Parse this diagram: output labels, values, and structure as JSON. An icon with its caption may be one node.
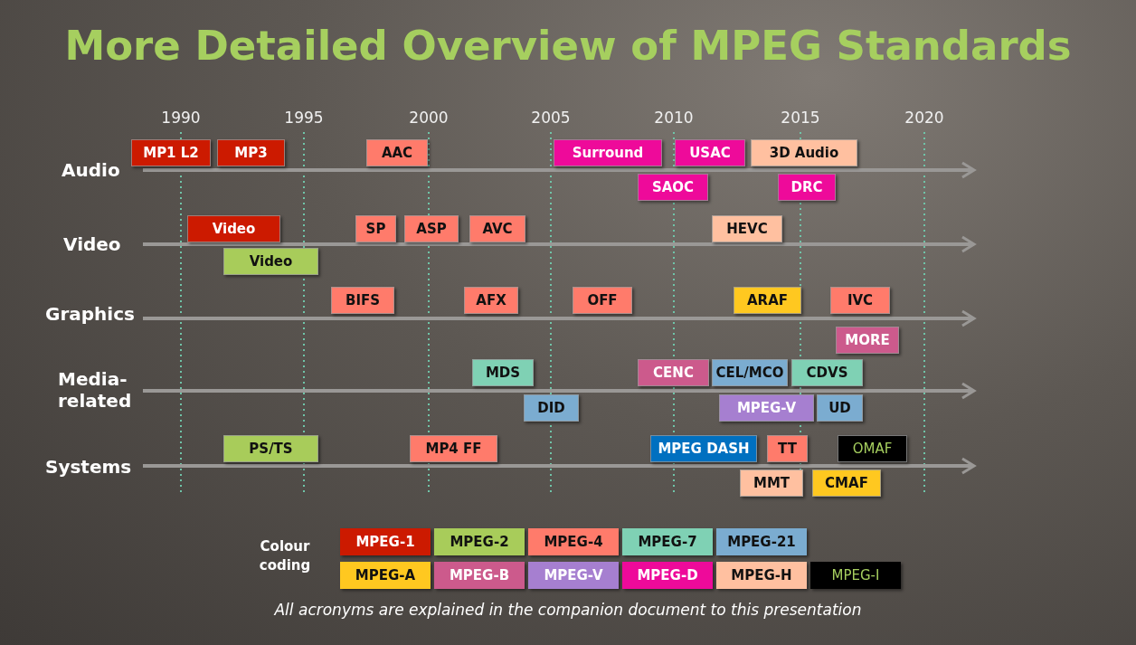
{
  "diagram": {
    "title": "More Detailed Overview of MPEG Standards",
    "caption": "All acronyms are explained in the companion document to this presentation",
    "nodes": [
      {
        "text": [
          "MP1 L2"
        ]
      },
      {
        "text": [
          "MP3"
        ]
      },
      {
        "text": [
          "AAC"
        ]
      },
      {
        "text": [
          "Surround"
        ]
      },
      {
        "text": [
          "USAC"
        ]
      },
      {
        "text": [
          "3D Audio"
        ]
      },
      {
        "text": [
          "SAOC"
        ]
      },
      {
        "text": [
          "DRC"
        ]
      },
      {
        "text": [
          "Video"
        ]
      },
      {
        "text": [
          "SP"
        ]
      },
      {
        "text": [
          "ASP"
        ]
      },
      {
        "text": [
          "AVC"
        ]
      },
      {
        "text": [
          "HEVC"
        ]
      },
      {
        "text": [
          "Video"
        ]
      },
      {
        "text": [
          "BIFS"
        ]
      },
      {
        "text": [
          "AFX"
        ]
      },
      {
        "text": [
          "OFF"
        ]
      },
      {
        "text": [
          "ARAF"
        ]
      },
      {
        "text": [
          "IVC"
        ]
      },
      {
        "text": [
          "MORE"
        ]
      },
      {
        "text": [
          "MDS"
        ]
      },
      {
        "text": [
          "CENC"
        ]
      },
      {
        "text": [
          "CEL/MCO"
        ]
      },
      {
        "text": [
          "CDVS"
        ]
      },
      {
        "text": [
          "DID"
        ]
      },
      {
        "text": [
          "MPEG-V"
        ]
      },
      {
        "text": [
          "UD"
        ]
      },
      {
        "text": [
          "PS/TS"
        ]
      },
      {
        "text": [
          "MP4 FF"
        ]
      },
      {
        "text": [
          "MPEG DASH"
        ]
      },
      {
        "text": [
          "TT"
        ]
      },
      {
        "text": [
          "OMAF"
        ]
      },
      {
        "text": [
          "MMT"
        ]
      },
      {
        "text": [
          "CMAF"
        ]
      }
    ],
    "labels": [
      "1990",
      "1995",
      "2000",
      "2005",
      "2010",
      "2015",
      "2020",
      "Audio",
      "Video",
      "Graphics",
      "Media- related",
      "Systems",
      "Colour coding"
    ],
    "legend": [
      {
        "text": "MPEG-1",
        "color": "#cc1a00"
      },
      {
        "text": "MPEG-2",
        "color": "#a8cc5a"
      },
      {
        "text": "MPEG-4",
        "color": "#ff7b6b"
      },
      {
        "text": "MPEG-7",
        "color": "#7fd1b4"
      },
      {
        "text": "MPEG-21",
        "color": "#7bacd0"
      },
      {
        "text": "MPEG-A",
        "color": "#ffc820"
      },
      {
        "text": "MPEG-B",
        "color": "#cc5a8c"
      },
      {
        "text": "MPEG-V",
        "color": "#a67fd0"
      },
      {
        "text": "MPEG-D",
        "color": "#ee0a9a"
      },
      {
        "text": "MPEG-H",
        "color": "#ffc0a0"
      },
      {
        "text": "MPEG-I",
        "color": "#000000"
      }
    ]
  }
}
